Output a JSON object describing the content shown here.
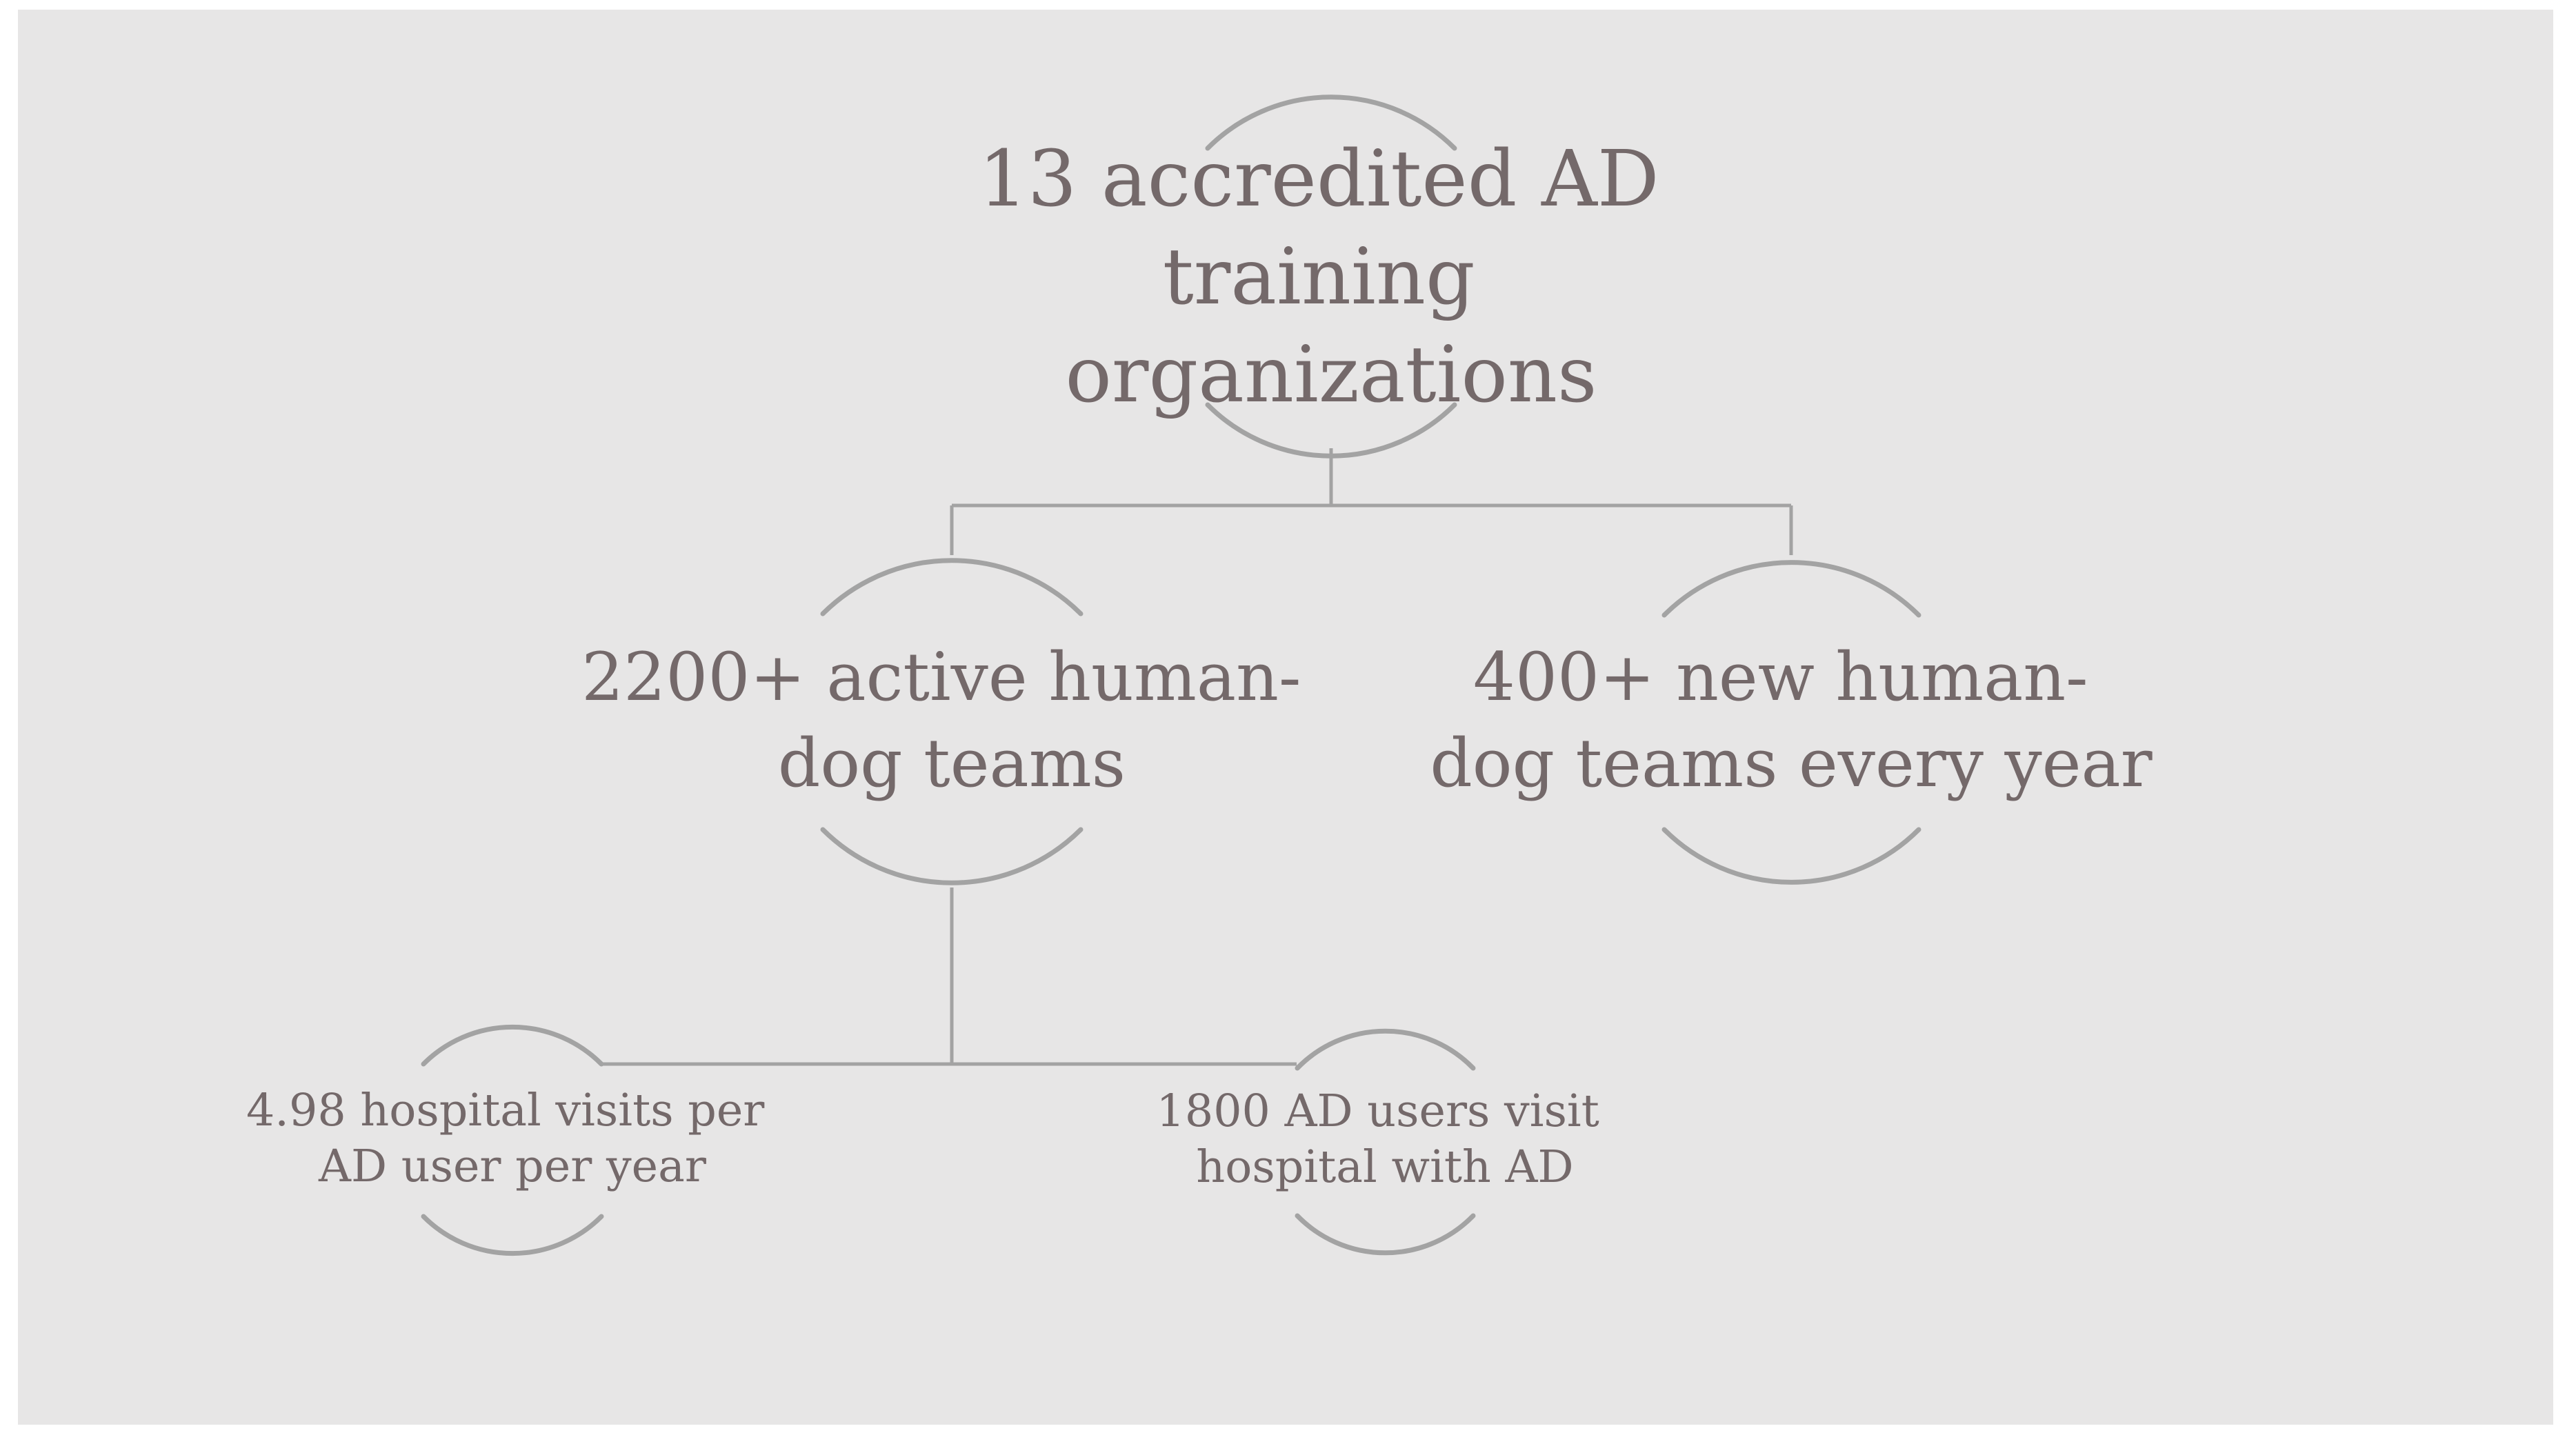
{
  "nodes": {
    "root": {
      "lines": [
        "13 accredited AD",
        "training",
        "organizations"
      ]
    },
    "active": {
      "lines": [
        "2200+ active human-",
        "dog teams"
      ]
    },
    "new_teams": {
      "lines": [
        "400+ new human-",
        "dog teams every year"
      ]
    },
    "visits": {
      "lines": [
        "4.98 hospital visits per",
        "AD user per year"
      ]
    },
    "users": {
      "lines": [
        "1800 AD users visit",
        "hospital with AD"
      ]
    }
  },
  "colors": {
    "background": "#e7e6e6",
    "stroke": "#a3a3a3",
    "text": "#74696a"
  }
}
